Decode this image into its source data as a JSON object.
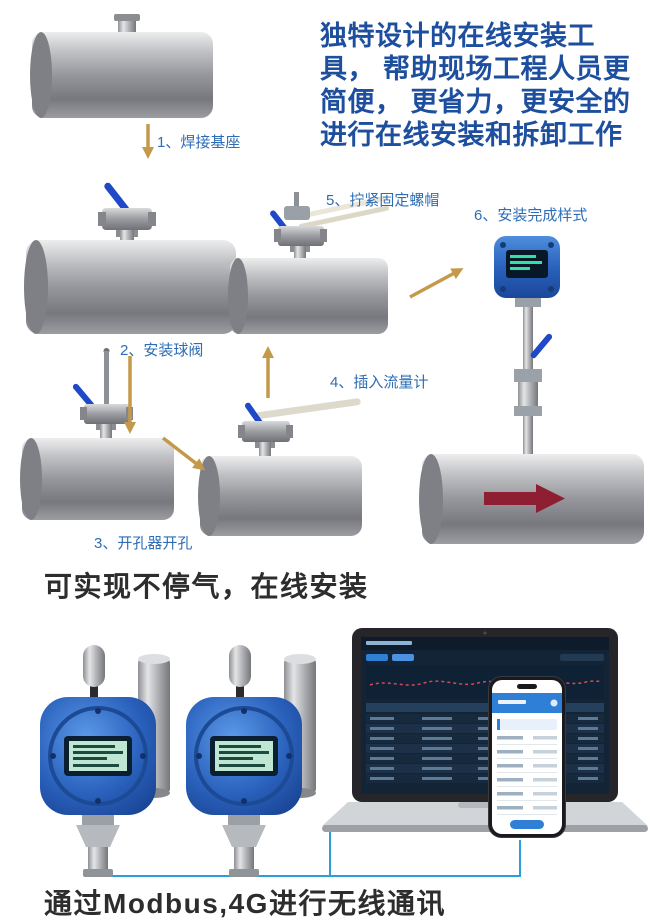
{
  "intro": {
    "text": "独特设计的在线安装工具， 帮助现场工程人员更简便， 更省力，更安全的进行在线安装和拆卸工作"
  },
  "steps": [
    {
      "label": "1、焊接基座"
    },
    {
      "label": "2、安装球阀"
    },
    {
      "label": "3、开孔器开孔"
    },
    {
      "label": "4、插入流量计"
    },
    {
      "label": "5、拧紧固定螺帽"
    },
    {
      "label": "6、安装完成样式"
    }
  ],
  "captions": {
    "middle": "可实现不停气，在线安装",
    "bottom": "通过Modbus,4G进行无线通讯"
  },
  "colors": {
    "intro_text": "#1d4f9e",
    "step_label": "#2e6db6",
    "step_arrow": "#c49a4a",
    "caption_text": "#2d2d2d",
    "connection_line": "#2b9fd9",
    "device_blue": "#2a62bd",
    "valve_handle_blue": "#2049c8",
    "flow_arrow_red": "#8e1f32"
  },
  "icons": {
    "step-arrow": "gold triangle arrow",
    "flow-direction-arrow": "red right arrow inside pipe"
  }
}
